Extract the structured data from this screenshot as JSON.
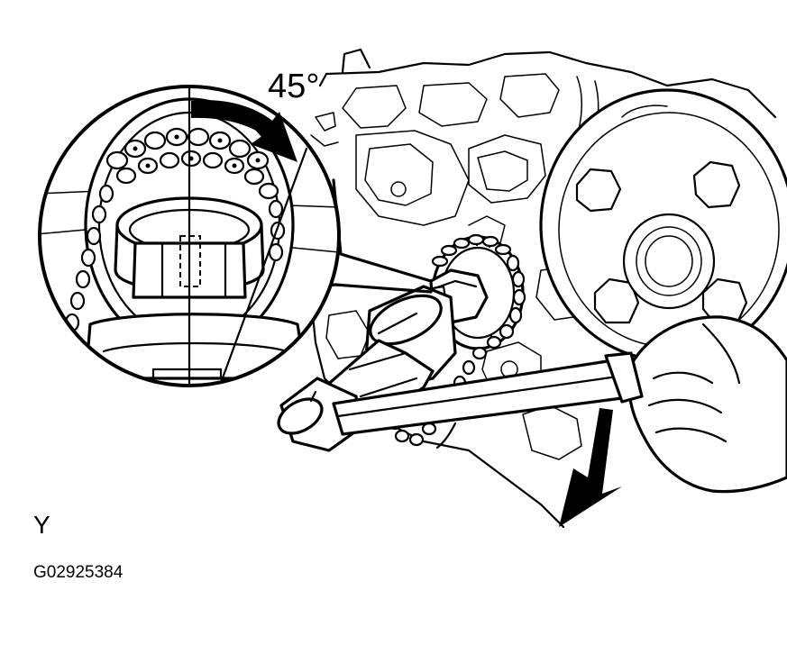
{
  "figure": {
    "angle_label": "45°",
    "view_label": "Y",
    "figure_code": "G02925384"
  },
  "colors": {
    "ink": "#000000",
    "paper": "#ffffff"
  }
}
